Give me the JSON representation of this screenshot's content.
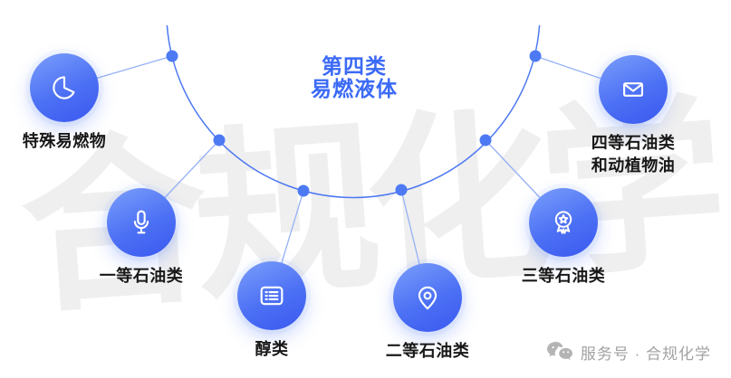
{
  "title": {
    "line1": "第四类",
    "line2": "易燃液体"
  },
  "watermark": "合规化学",
  "nodes": [
    {
      "label": "特殊易燃物",
      "icon": "pie-chart-icon"
    },
    {
      "label": "一等石油类",
      "icon": "microphone-icon"
    },
    {
      "label": "醇类",
      "icon": "list-icon"
    },
    {
      "label": "二等石油类",
      "icon": "location-pin-icon"
    },
    {
      "label": "三等石油类",
      "icon": "medal-icon"
    },
    {
      "label": "四等石油类",
      "label2": "和动植物油",
      "icon": "envelope-icon"
    }
  ],
  "footer": {
    "icon": "wechat-icon",
    "text": "服务号 · 合规化学"
  },
  "colors": {
    "accent_blue": "#3B6AF6",
    "node_gradient_start": "#7B9FFB",
    "node_gradient_end": "#3A58F0",
    "arc_blue": "#4C78F2",
    "dot_blue": "#4D7AF3",
    "connector_blue": "#96B1F6",
    "label_color": "#181818",
    "footer_gray": "#A2A2A2",
    "watermark_gray": "rgba(40,40,40,0.075)"
  }
}
